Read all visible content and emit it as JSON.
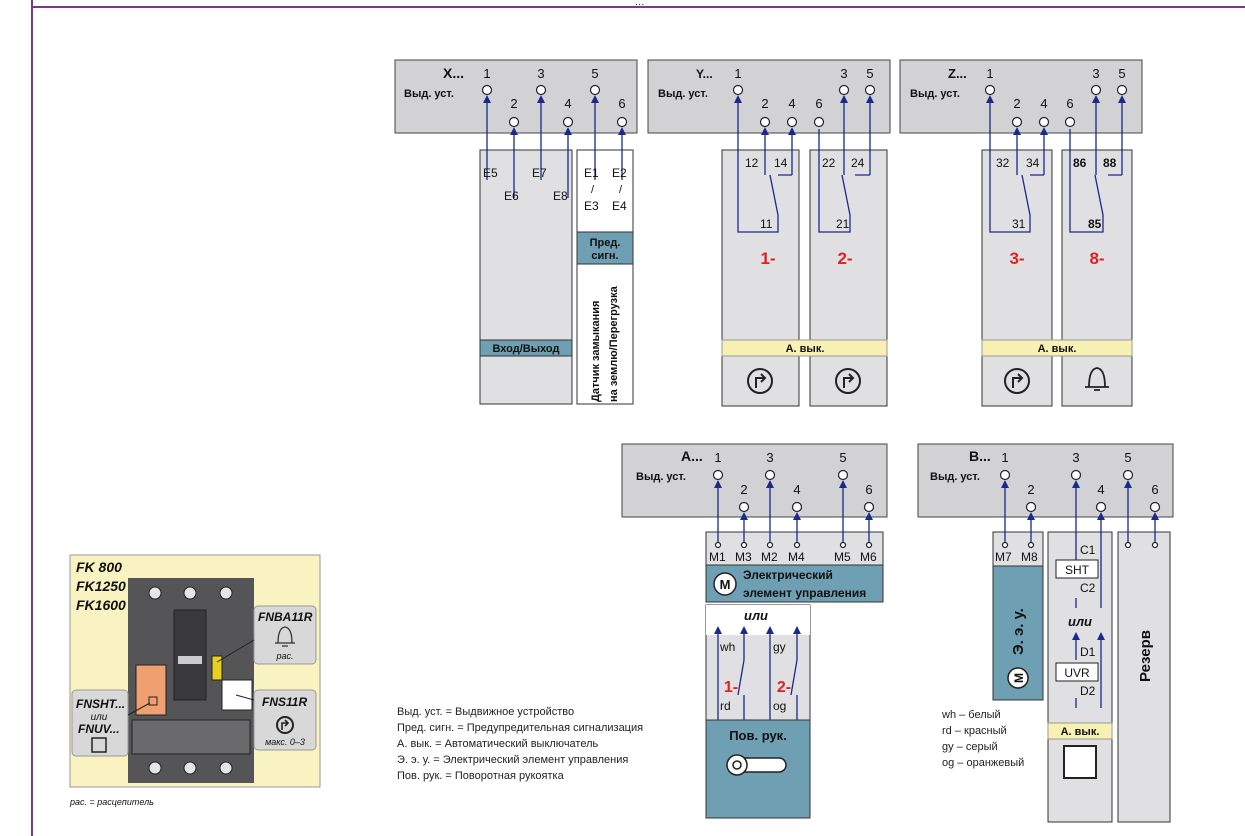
{
  "colors": {
    "border": "#7a3a8a",
    "blue": "#6f9fb3",
    "yellow": "#f7f2b4",
    "panel": "#f8f3c0",
    "wire": "#1a2a8a",
    "red": "#e02020"
  },
  "header": {
    "title": "…"
  },
  "common": {
    "vyd": "Выд. уст.",
    "n1": "1",
    "n2": "2",
    "n3": "3",
    "n4": "4",
    "n5": "5",
    "n6": "6"
  },
  "X": {
    "name": "X...",
    "e5": "E5",
    "e6": "E6",
    "e7": "E7",
    "e8": "E8",
    "e1": "E1",
    "e2": "E2",
    "e3": "E3",
    "e4": "E4",
    "slash": "/",
    "io": "Вход/Выход",
    "pred1": "Пред.",
    "pred2": "сигн.",
    "sensor1": "Датчик замыкания",
    "sensor2": "на землю/Перегрузка"
  },
  "Y": {
    "name": "Y...",
    "c12": "12",
    "c14": "14",
    "c11": "11",
    "c22": "22",
    "c24": "24",
    "c21": "21",
    "r1": "1-",
    "r2": "2-",
    "avyk": "А. вык."
  },
  "Z": {
    "name": "Z...",
    "c32": "32",
    "c34": "34",
    "c31": "31",
    "c86": "86",
    "c88": "88",
    "c85": "85",
    "r3": "3-",
    "r8": "8-",
    "avyk": "А. вык."
  },
  "A": {
    "name": "A...",
    "m1": "M1",
    "m3": "M3",
    "m2": "M2",
    "m4": "M4",
    "m5": "M5",
    "m6": "M6",
    "motor1": "Электрический",
    "motor2": "элемент управления",
    "m": "M",
    "ili": "или",
    "wh": "wh",
    "gy": "gy",
    "rd": "rd",
    "og": "og",
    "r1": "1-",
    "r2": "2-",
    "pov": "Пов. рук."
  },
  "B": {
    "name": "B...",
    "m7": "M7",
    "m8": "M8",
    "c1": "C1",
    "c2": "C2",
    "sht": "SHT",
    "ili": "или",
    "d1": "D1",
    "d2": "D2",
    "uvr": "UVR",
    "ezu": "Э. э. у.",
    "m": "M",
    "reserve": "Резерв",
    "avyk": "А. вык."
  },
  "panel": {
    "fk800": "FK 800",
    "fk1250": "FK1250",
    "fk1600": "FK1600",
    "fnba": "FNBA11R",
    "ras": "рас.",
    "fns": "FNS11R",
    "maks": "макс. 0–3",
    "fnsht": "FNSHT...",
    "ili": "или",
    "fnuv": "FNUV..."
  },
  "footnote": "рас. = расцепитель",
  "legend": [
    "Выд. уст. = Выдвижное устройство",
    "Пред. сигн. = Предупредительная сигнализация",
    "А. вык. = Автоматический выключатель",
    "Э. э. у. = Электрический элемент управления",
    "Пов. рук. = Поворотная рукоятка"
  ],
  "colorLegend": [
    "wh – белый",
    "rd  – красный",
    "gy  – серый",
    "og  – оранжевый"
  ]
}
